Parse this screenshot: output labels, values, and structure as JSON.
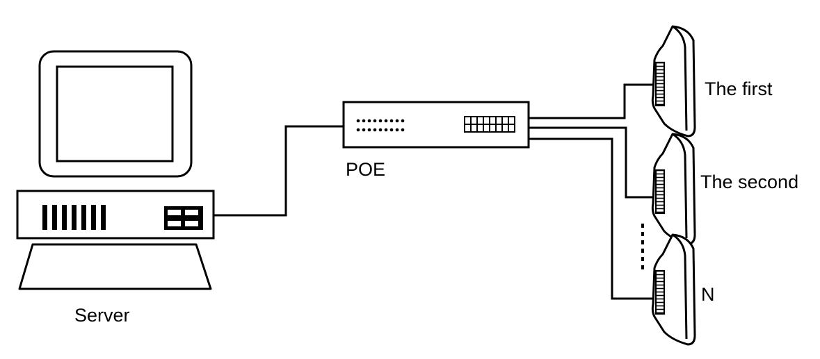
{
  "labels": {
    "server": "Server",
    "poe": "POE",
    "device_first": "The first",
    "device_second": "The second",
    "device_n": "N"
  },
  "colors": {
    "stroke": "#000000",
    "background": "#ffffff"
  },
  "icons": [
    "desktop-computer-icon",
    "poe-switch-icon",
    "terminal-device-icon"
  ]
}
